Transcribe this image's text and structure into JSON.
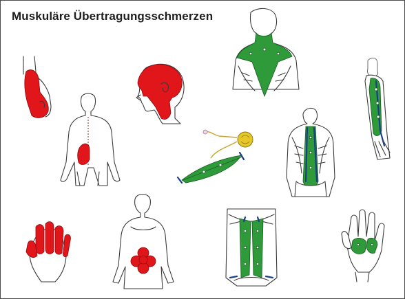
{
  "title": "Muskuläre Übertragungsschmerzen",
  "colors": {
    "pain_red": "#e0161b",
    "muscle_green": "#2f9a3a",
    "nerve_blue": "#1a3f8a",
    "nerve_yellow": "#e6c72a",
    "outline": "#3a3a3a"
  },
  "illustrations": [
    {
      "name": "forearm-hand-pain-icon",
      "highlight": "red"
    },
    {
      "name": "head-neck-pain-icon",
      "highlight": "red"
    },
    {
      "name": "upper-back-trapezius-icon",
      "highlight": "green"
    },
    {
      "name": "forearm-muscle-bone-icon",
      "highlight": "green"
    },
    {
      "name": "back-body-flank-pain-icon",
      "highlight": "red"
    },
    {
      "name": "spinal-cord-muscle-nerve-icon",
      "highlight": "green"
    },
    {
      "name": "back-paraspinal-muscles-icon",
      "highlight": "green"
    },
    {
      "name": "hand-palm-pain-icon",
      "highlight": "red"
    },
    {
      "name": "front-body-abdominal-pain-icon",
      "highlight": "red"
    },
    {
      "name": "abdominal-rectus-muscle-icon",
      "highlight": "green"
    },
    {
      "name": "hand-palm-muscles-icon",
      "highlight": "green"
    }
  ]
}
